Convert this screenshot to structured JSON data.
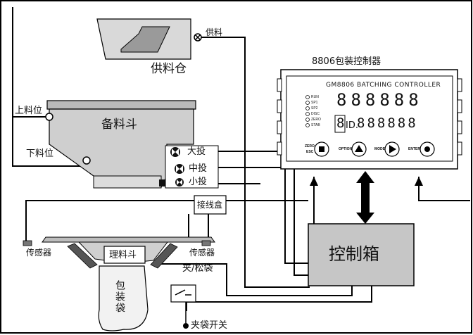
{
  "supply_bin": {
    "title": "供料仓",
    "valve_label": "供料"
  },
  "hopper": {
    "title": "备料斗",
    "upper_level": "上料位",
    "lower_level": "下料位"
  },
  "feed_valves": {
    "large": "大投",
    "medium": "中投",
    "small": "小投"
  },
  "junction_box": "接线盒",
  "sensors": {
    "left": "传感器",
    "right": "传感器"
  },
  "funnel": "理料斗",
  "bag": "包装袋",
  "clamp": "夹/松袋",
  "clamp_switch": "夹袋开关",
  "control_box": "控制箱",
  "controller": {
    "caption": "8806包装控制器",
    "model": "GM8806 BATCHING CONTROLLER",
    "top_display": "888888",
    "id_digit": "8",
    "id_label": "ID.",
    "bottom_display": "888888",
    "indicators": [
      "RUN",
      "SP1",
      "SP2",
      "DISC",
      "ZERO",
      "STAB"
    ],
    "buttons": {
      "zero": {
        "line1": "ZERO",
        "line2": "ESC"
      },
      "option": "OPTION",
      "mode": "MODE",
      "enter": "ENTER"
    }
  }
}
